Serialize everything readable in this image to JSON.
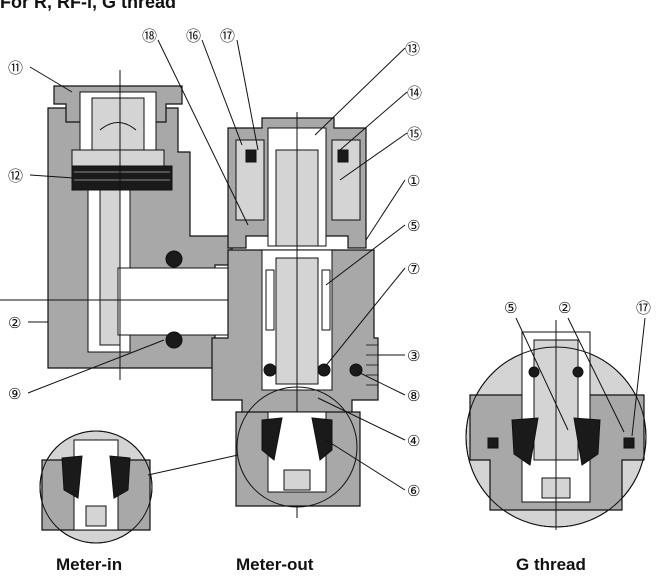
{
  "header": {
    "title": "For R, RF-i, G thread"
  },
  "callouts": [
    "⑪",
    "⑫",
    "②",
    "⑨",
    "⑱",
    "⑯",
    "⑰",
    "⑬",
    "⑭",
    "⑮",
    "①",
    "⑤",
    "⑦",
    "③",
    "⑧",
    "④",
    "⑥",
    "⑤",
    "②",
    "⑰"
  ],
  "captions": {
    "meter_in": "Meter-in",
    "meter_out": "Meter-out",
    "g_thread": "G thread"
  }
}
